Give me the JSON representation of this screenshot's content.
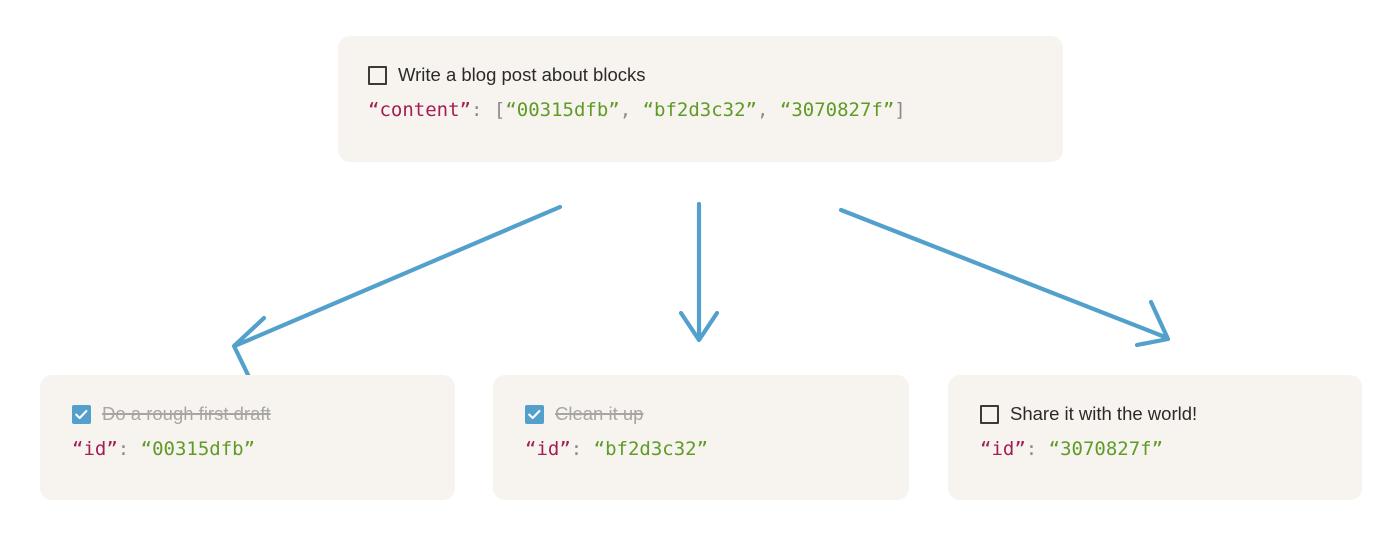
{
  "diagram": {
    "type": "block-reference-tree",
    "accent_color": "#52a0cb",
    "card_background": "#f7f4f0",
    "key_color": "#a31d56",
    "string_color": "#5f9b26",
    "punct_color": "#8b8b8b",
    "done_label_color": "#a8a6a3"
  },
  "root_card": {
    "checkbox": {
      "state": "unchecked",
      "icon": "checkbox-empty-icon"
    },
    "label": "Write a blog post about blocks",
    "json": {
      "key": "“content”",
      "colon": ":",
      "bracket_open": "[",
      "bracket_close": "]",
      "comma": ",",
      "values": [
        "“00315dfb”",
        "“bf2d3c32”",
        "“3070827f”"
      ]
    }
  },
  "arrows": [
    {
      "name": "arrow-to-first-child",
      "direction": "down-left",
      "color": "#52a0cb"
    },
    {
      "name": "arrow-to-second-child",
      "direction": "down",
      "color": "#52a0cb"
    },
    {
      "name": "arrow-to-third-child",
      "direction": "down-right",
      "color": "#52a0cb"
    }
  ],
  "child_cards": [
    {
      "checkbox": {
        "state": "checked",
        "icon": "checkbox-checked-icon"
      },
      "label": "Do a rough first draft",
      "completed": true,
      "json": {
        "key": "“id”",
        "colon": ":",
        "value": "“00315dfb”"
      }
    },
    {
      "checkbox": {
        "state": "checked",
        "icon": "checkbox-checked-icon"
      },
      "label": "Clean it up",
      "completed": true,
      "json": {
        "key": "“id”",
        "colon": ":",
        "value": "“bf2d3c32”"
      }
    },
    {
      "checkbox": {
        "state": "unchecked",
        "icon": "checkbox-empty-icon"
      },
      "label": "Share it with the world!",
      "completed": false,
      "json": {
        "key": "“id”",
        "colon": ":",
        "value": "“3070827f”"
      }
    }
  ]
}
